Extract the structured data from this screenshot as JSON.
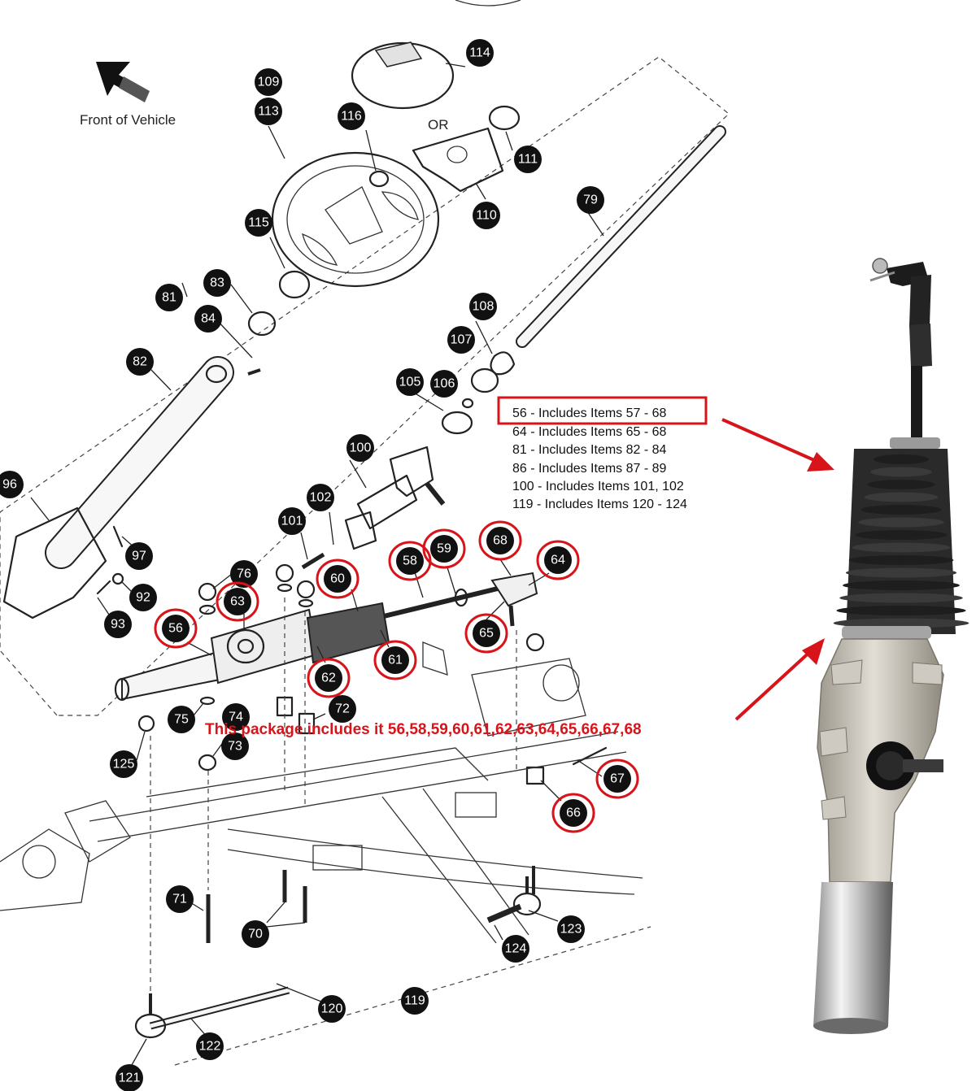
{
  "front_label": "Front of Vehicle",
  "or_label": "OR",
  "legend": [
    "56 - Includes Items 57 - 68",
    "64 - Includes Items 65 - 68",
    "81 - Includes Items 82 - 84",
    "86 - Includes Items 87 - 89",
    "100 - Includes Items 101, 102",
    "119 - Includes Items 120 - 124"
  ],
  "package_note": "This package includes it 56,58,59,60,61,62,63,64,65,66,67,68",
  "callouts": [
    {
      "label": "114",
      "circled": false
    },
    {
      "label": "109",
      "circled": false
    },
    {
      "label": "113",
      "circled": false
    },
    {
      "label": "116",
      "circled": false
    },
    {
      "label": "111",
      "circled": false
    },
    {
      "label": "110",
      "circled": false
    },
    {
      "label": "79",
      "circled": false
    },
    {
      "label": "115",
      "circled": false
    },
    {
      "label": "81",
      "circled": false
    },
    {
      "label": "83",
      "circled": false
    },
    {
      "label": "84",
      "circled": false
    },
    {
      "label": "82",
      "circled": false
    },
    {
      "label": "108",
      "circled": false
    },
    {
      "label": "107",
      "circled": false
    },
    {
      "label": "105",
      "circled": false
    },
    {
      "label": "106",
      "circled": false
    },
    {
      "label": "100",
      "circled": false
    },
    {
      "label": "96",
      "circled": false
    },
    {
      "label": "102",
      "circled": false
    },
    {
      "label": "101",
      "circled": false
    },
    {
      "label": "97",
      "circled": false
    },
    {
      "label": "92",
      "circled": false
    },
    {
      "label": "93",
      "circled": false
    },
    {
      "label": "76",
      "circled": false
    },
    {
      "label": "68",
      "circled": true
    },
    {
      "label": "59",
      "circled": true
    },
    {
      "label": "58",
      "circled": true
    },
    {
      "label": "64",
      "circled": true
    },
    {
      "label": "60",
      "circled": true
    },
    {
      "label": "63",
      "circled": true
    },
    {
      "label": "56",
      "circled": true
    },
    {
      "label": "65",
      "circled": true
    },
    {
      "label": "61",
      "circled": true
    },
    {
      "label": "62",
      "circled": true
    },
    {
      "label": "75",
      "circled": false
    },
    {
      "label": "74",
      "circled": false
    },
    {
      "label": "72",
      "circled": false
    },
    {
      "label": "73",
      "circled": false
    },
    {
      "label": "125",
      "circled": false
    },
    {
      "label": "67",
      "circled": true
    },
    {
      "label": "66",
      "circled": true
    },
    {
      "label": "71",
      "circled": false
    },
    {
      "label": "70",
      "circled": false
    },
    {
      "label": "123",
      "circled": false
    },
    {
      "label": "124",
      "circled": false
    },
    {
      "label": "120",
      "circled": false
    },
    {
      "label": "119",
      "circled": false
    },
    {
      "label": "122",
      "circled": false
    },
    {
      "label": "121",
      "circled": false
    }
  ],
  "colors": {
    "highlight_red": "#d8141b",
    "callout_black": "#111111",
    "boot_black": "#2a2a2a",
    "housing_silver": "#c9c4bb"
  }
}
